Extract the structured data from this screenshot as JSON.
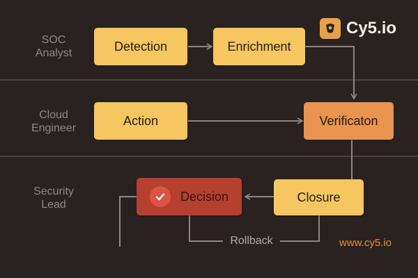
{
  "lanes": [
    {
      "label": "SOC\nAnalyst"
    },
    {
      "label": "Cloud\nEngineer"
    },
    {
      "label": "Security\nLead"
    }
  ],
  "nodes": {
    "detection": "Detection",
    "enrichment": "Enrichment",
    "action": "Action",
    "verification": "Verificaton",
    "decision": "Decision",
    "closure": "Closure"
  },
  "edges": {
    "rollback_label": "Rollback"
  },
  "brand": {
    "name": "Cy5.io",
    "website": "www.cy5.io",
    "accent": "#e9944f"
  },
  "colors": {
    "background": "#2a2220",
    "yellow_node": "#f6c660",
    "orange_node": "#e9944f",
    "red_node": "#b5402f",
    "connector": "#8f8782"
  }
}
